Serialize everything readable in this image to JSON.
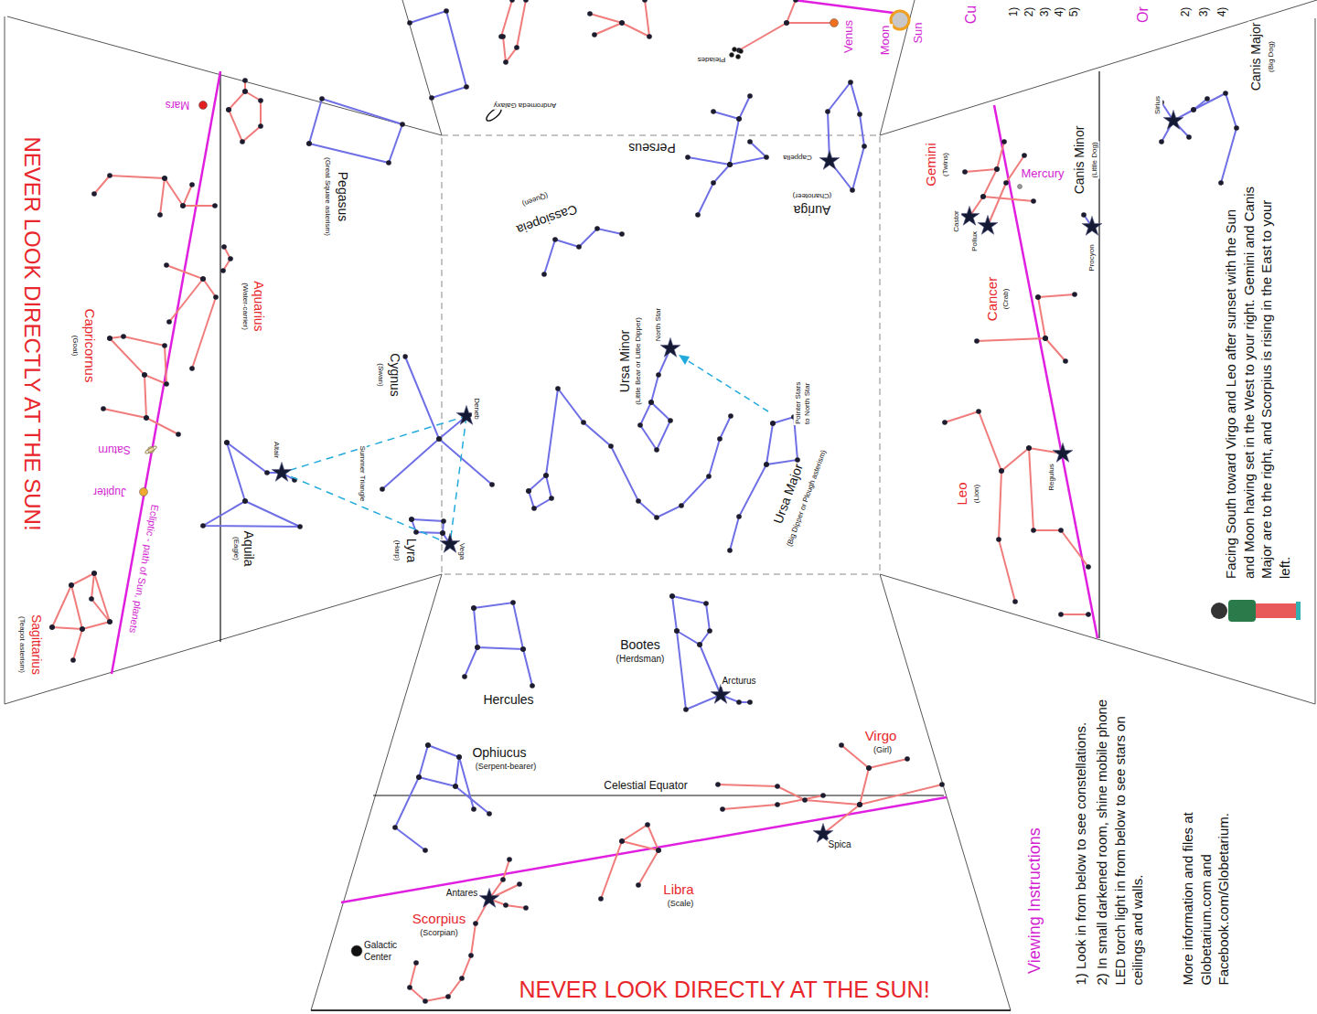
{
  "diagram": {
    "labels": [
      "NEVER LOOK DIRECTLY AT THE SUN!",
      "Mars",
      "Pegasus",
      "(Great Square asterism)",
      "Aquarius",
      "(Water-carrier)",
      "Capricornus",
      "(Goat)",
      "Saturn",
      "Jupiter",
      "Ecliptic - path of Sun, planets",
      "Sagittarius",
      "(Teapot asterism)",
      "Cygnus",
      "(Swan)",
      "Deneb",
      "Summer Triangle",
      "Altair",
      "Aquila",
      "(Eagle)",
      "Lyra",
      "(Harp)",
      "Vega",
      "Andromeda Galaxy",
      "Pleiades",
      "Perseus",
      "Cappella",
      "(Charioteer)",
      "Auriga",
      "Venus",
      "Moon",
      "Sun",
      "Cassiopeia",
      "(Queen)",
      "Ursa Minor",
      "(Little Bear or Little Dipper)",
      "North Star",
      "Pointer Stars to North Star",
      "Ursa Major",
      "(Big Dipper or Plough asterism)",
      "Bootes",
      "(Herdsman)",
      "Arcturus",
      "Hercules",
      "Ophiucus",
      "(Serpent-bearer)",
      "Celestial Equator",
      "Virgo",
      "(Girl)",
      "Spica",
      "Libra",
      "(Scale)",
      "Antares",
      "Scorpius",
      "(Scorpian)",
      "Galactic Center",
      "NEVER LOOK DIRECTLY AT THE SUN!",
      "Gemini",
      "(Twins)",
      "Castor",
      "Pollux",
      "Mercury",
      "Canis Minor",
      "(Little Dog)",
      "Procyon",
      "Cancer",
      "(Crab)",
      "Leo",
      "(Lion)",
      "Regulus",
      "Canis Major",
      "(Big Dog)",
      "Sirius",
      "Facing South toward Virgo and Leo after sunset with the Sun and Moon having set in the West to your right. Gemini and Canis Major are to the right, and Scorpius is rising in the East to your left.",
      "Viewing Instructions",
      "1) Look in from below to see constellations.",
      "2) In small darkened room, shine mobile phone LED torch light in from below to see stars on ceilings and walls.",
      "More information and files at Globetarium.com and Facebook.com/Globetarium.",
      "Cu",
      "1)",
      "2)",
      "3)",
      "4)",
      "5)",
      "Or",
      "2)",
      "3)",
      "4)"
    ]
  }
}
